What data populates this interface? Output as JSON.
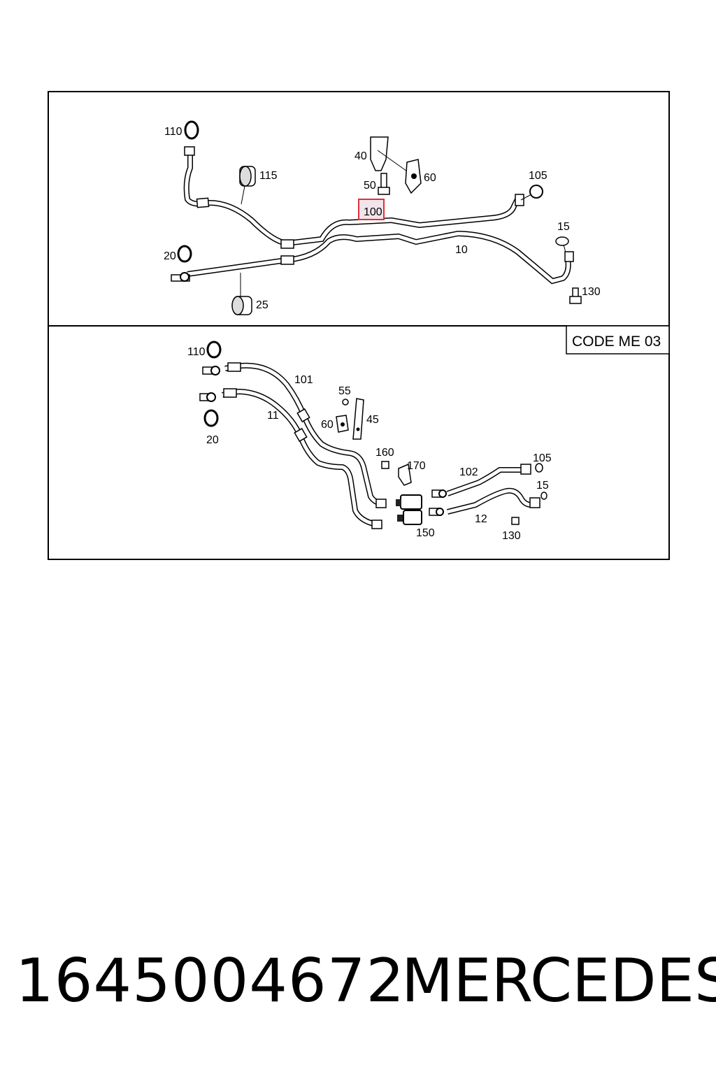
{
  "diagram": {
    "upper_panel": {
      "labels": [
        "110",
        "115",
        "40",
        "60",
        "50",
        "105",
        "100",
        "15",
        "10",
        "20",
        "130",
        "25"
      ],
      "highlighted": "100",
      "highlight_color": "#e0303a"
    },
    "lower_panel": {
      "code_box": "CODE ME 03",
      "labels": [
        "110",
        "101",
        "55",
        "11",
        "60",
        "45",
        "20",
        "160",
        "170",
        "102",
        "105",
        "15",
        "12",
        "150",
        "130"
      ]
    }
  },
  "footer": {
    "part_number": "1645004672",
    "brand": "MERCEDES"
  }
}
